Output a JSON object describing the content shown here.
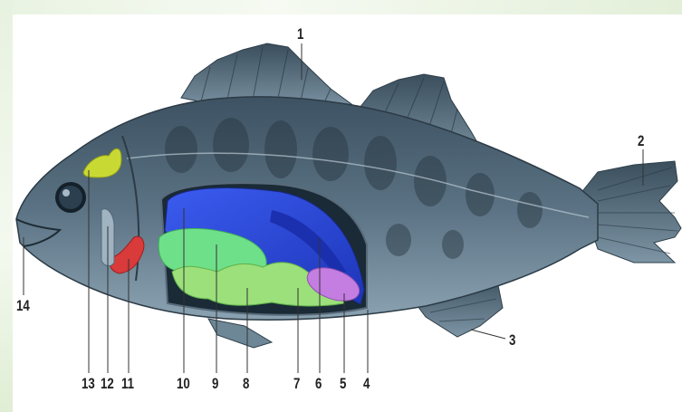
{
  "labels": {
    "l1": "1",
    "l2": "2",
    "l3": "3",
    "l4": "4",
    "l5": "5",
    "l6": "6",
    "l7": "7",
    "l8": "8",
    "l9": "9",
    "l10": "10",
    "l11": "11",
    "l12": "12",
    "l13": "13",
    "l14": "14"
  },
  "colors": {
    "body": "#4f6677",
    "heart": "#d93a3a",
    "brain": "#c8d934",
    "swim_bladder": "#2f4fe0",
    "liver": "#6ee07a",
    "intestine": "#8ed46a",
    "gonad": "#c47de0"
  }
}
